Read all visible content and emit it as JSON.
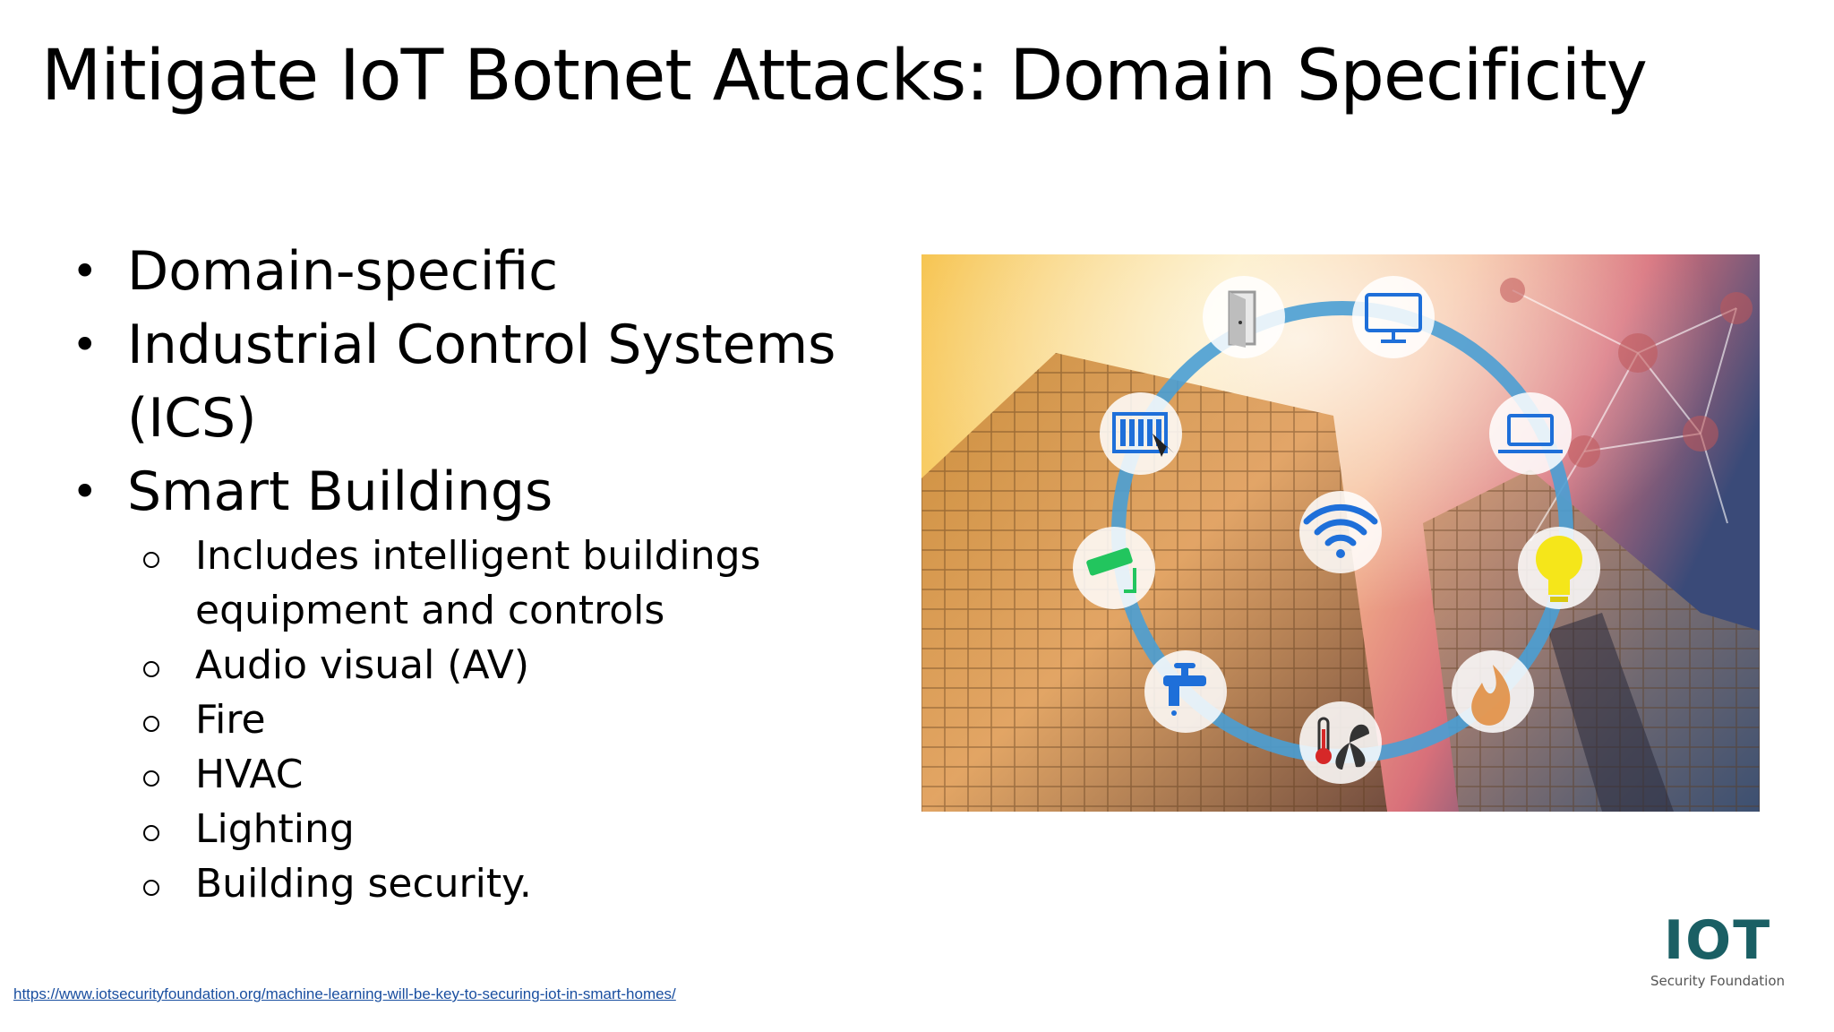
{
  "slide": {
    "title": "Mitigate IoT Botnet Attacks: Domain Specificity",
    "bullets": [
      "Domain-specific",
      "Industrial Control Systems (ICS)",
      "Smart Buildings"
    ],
    "sub_bullets": [
      "Includes intelligent buildings equipment and controls",
      "Audio visual (AV)",
      "Fire",
      "HVAC",
      "Lighting",
      "Building security."
    ],
    "source_link": "https://www.iotsecurityfoundation.org/machine-learning-will-be-key-to-securing-iot-in-smart-homes/"
  },
  "logo": {
    "mark": "IOT",
    "caption": "Security Foundation"
  },
  "hero_image": {
    "icons": [
      "door-icon",
      "monitor-icon",
      "laptop-icon",
      "lightbulb-icon",
      "fire-icon",
      "fan-thermometer-icon",
      "faucet-icon",
      "security-camera-icon",
      "keypad-icon",
      "wifi-icon"
    ],
    "colors": {
      "ring": "#4a9fd4",
      "icon_blue": "#1e6fd9",
      "icon_green": "#22c55e",
      "icon_yellow": "#f5e61a"
    }
  }
}
